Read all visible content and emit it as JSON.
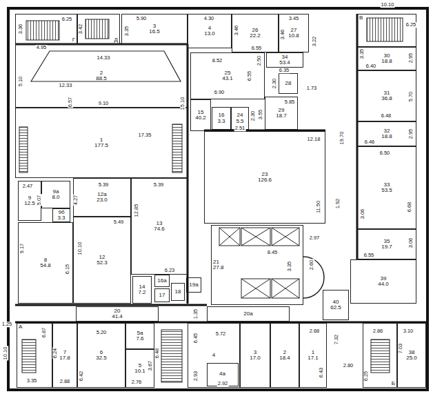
{
  "diagram": {
    "nodes": [
      {
        "text": [
          "Г"
        ]
      },
      {
        "text": [
          "Д"
        ]
      },
      {
        "text": [
          "3",
          "16.5"
        ]
      },
      {
        "text": [
          "4",
          "13.0"
        ]
      },
      {
        "text": [
          "26",
          "22.2"
        ]
      },
      {
        "text": [
          "27",
          "10.8"
        ]
      },
      {
        "text": [
          "В"
        ]
      },
      {
        "text": [
          "2",
          "88.5"
        ]
      },
      {
        "text": [
          "1",
          "177.5"
        ]
      },
      {
        "text": [
          "25",
          "43.1"
        ]
      },
      {
        "text": [
          "34",
          "53.4"
        ]
      },
      {
        "text": [
          "28"
        ]
      },
      {
        "text": [
          "15",
          "40.2"
        ]
      },
      {
        "text": [
          "16",
          "3.3"
        ]
      },
      {
        "text": [
          "24",
          "5.5"
        ]
      },
      {
        "text": [
          "29",
          "18.7"
        ]
      },
      {
        "text": [
          "30",
          "18.8"
        ]
      },
      {
        "text": [
          "31",
          "36.8"
        ]
      },
      {
        "text": [
          "32",
          "18.8"
        ]
      },
      {
        "text": [
          "33",
          "53.5"
        ]
      },
      {
        "text": [
          "23",
          "126.6"
        ]
      },
      {
        "text": [
          "9",
          "12.5"
        ]
      },
      {
        "text": [
          "9a",
          "8.0"
        ]
      },
      {
        "text": [
          "9б",
          "3.3"
        ]
      },
      {
        "text": [
          "12a",
          "23.0"
        ]
      },
      {
        "text": [
          "13",
          "74.6"
        ]
      },
      {
        "text": [
          "8",
          "54.8"
        ]
      },
      {
        "text": [
          "12",
          "52.3"
        ]
      },
      {
        "text": [
          "14",
          "7.2"
        ]
      },
      {
        "text": [
          "16a"
        ]
      },
      {
        "text": [
          "17"
        ]
      },
      {
        "text": [
          "18"
        ]
      },
      {
        "text": [
          "19a"
        ]
      },
      {
        "text": [
          "21",
          "27.8"
        ]
      },
      {
        "text": [
          "35",
          "19.7"
        ]
      },
      {
        "text": [
          "39",
          "44.0"
        ]
      },
      {
        "text": [
          "40",
          "62.5"
        ]
      },
      {
        "text": [
          "20",
          "41.4"
        ]
      },
      {
        "text": [
          "20a"
        ]
      },
      {
        "text": [
          "А"
        ]
      },
      {
        "text": [
          "7",
          "17.8"
        ]
      },
      {
        "text": [
          "6",
          "32.5"
        ]
      },
      {
        "text": [
          "5a",
          "7.6"
        ]
      },
      {
        "text": [
          "5",
          "10.1"
        ]
      },
      {
        "text": [
          "4"
        ]
      },
      {
        "text": [
          "4a"
        ],
        "in": 44
      },
      {
        "text": [
          "3",
          "17.0"
        ]
      },
      {
        "text": [
          "2",
          "18.4"
        ]
      },
      {
        "text": [
          "1",
          "17.1"
        ]
      },
      {
        "text": [
          "Б"
        ]
      },
      {
        "text": [
          "38",
          "25.0"
        ]
      }
    ],
    "labels": [
      "3.36",
      "6.25",
      "4.95",
      "3.42",
      "5.90",
      "3.35",
      "4.30",
      "3.46",
      "6.55",
      "3.45",
      "3.46",
      "3.22",
      "10.10",
      "6.25",
      "3.35",
      "14.33",
      "5.10",
      "12.33",
      "6.57",
      "9.10",
      "17.35",
      "15.10",
      "8.52",
      "6.90",
      "6.55",
      "2.50",
      "6.35",
      "2.30",
      "1.73",
      "3.55",
      "2.30",
      "2.51",
      "5.85",
      "2.95",
      "6.40",
      "5.70",
      "6.48",
      "2.95",
      "6.46",
      "19.70",
      "6.50",
      "6.68",
      "3.06",
      "12.18",
      "11.50",
      "1.92",
      "6.55",
      "3.06",
      "5.39",
      "4.27",
      "5.39",
      "12.85",
      "2.47",
      "5.07",
      "9.17",
      "6.15",
      "10.10",
      "5.49",
      "6.23",
      "8.45",
      "3.35",
      "2.97",
      "2.60",
      "1.35",
      "1.25",
      "10.10",
      "6.87",
      "3.35",
      "6.24",
      "2.88",
      "5.20",
      "6.42",
      "2.76",
      "3.67",
      "6.48",
      "6.45",
      "5.72",
      "2.93",
      "2.92",
      "2.68",
      "6.43",
      "7.32",
      "2.80",
      "2.86",
      "6.25",
      "3.10",
      "7.03"
    ]
  }
}
